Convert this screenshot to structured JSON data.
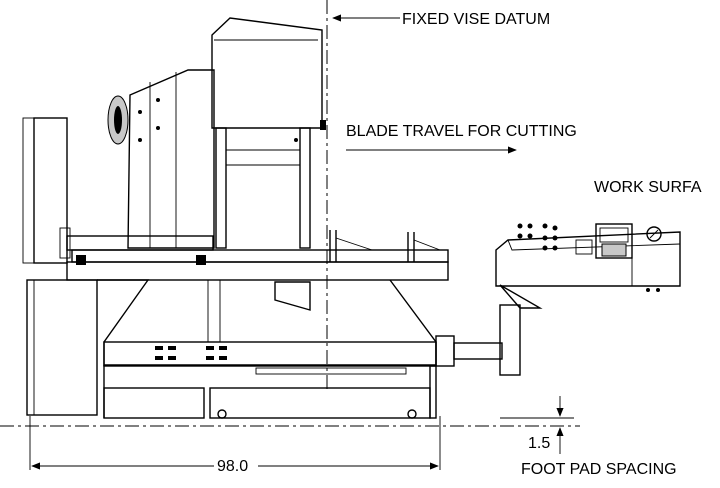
{
  "labels": {
    "fixed_vise_datum": "FIXED VISE DATUM",
    "blade_travel": "BLADE TRAVEL FOR CUTTING",
    "work_surface": "WORK SURFA",
    "height_dim": "1.5",
    "foot_pad_spacing": "FOOT PAD SPACING",
    "width_dim": "98.0"
  }
}
